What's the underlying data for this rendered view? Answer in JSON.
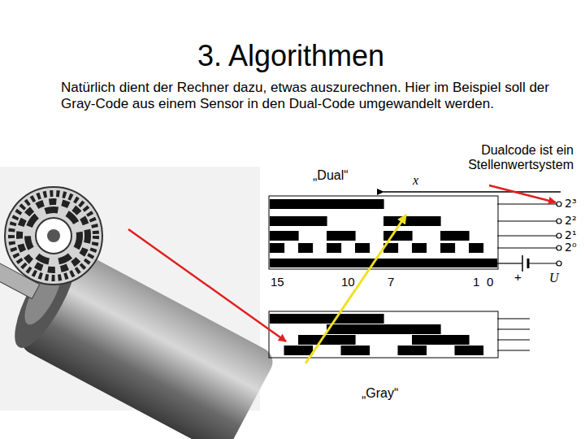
{
  "diagram": {
    "title": "3. Algorithmen",
    "labels": [
      "Natürlich dient der Rechner dazu, etwas auszurechnen. Hier im Beispiel soll der Gray-Code aus einem Sensor in den Dual-Code umgewandelt werden.",
      "Dualcode ist ein Stellenwertsystem",
      "„Dual“",
      "x",
      "2³",
      "2²",
      "2¹",
      "2⁰",
      "15",
      "10",
      "7",
      "1",
      "0",
      "+",
      "U",
      "„Gray“"
    ]
  }
}
